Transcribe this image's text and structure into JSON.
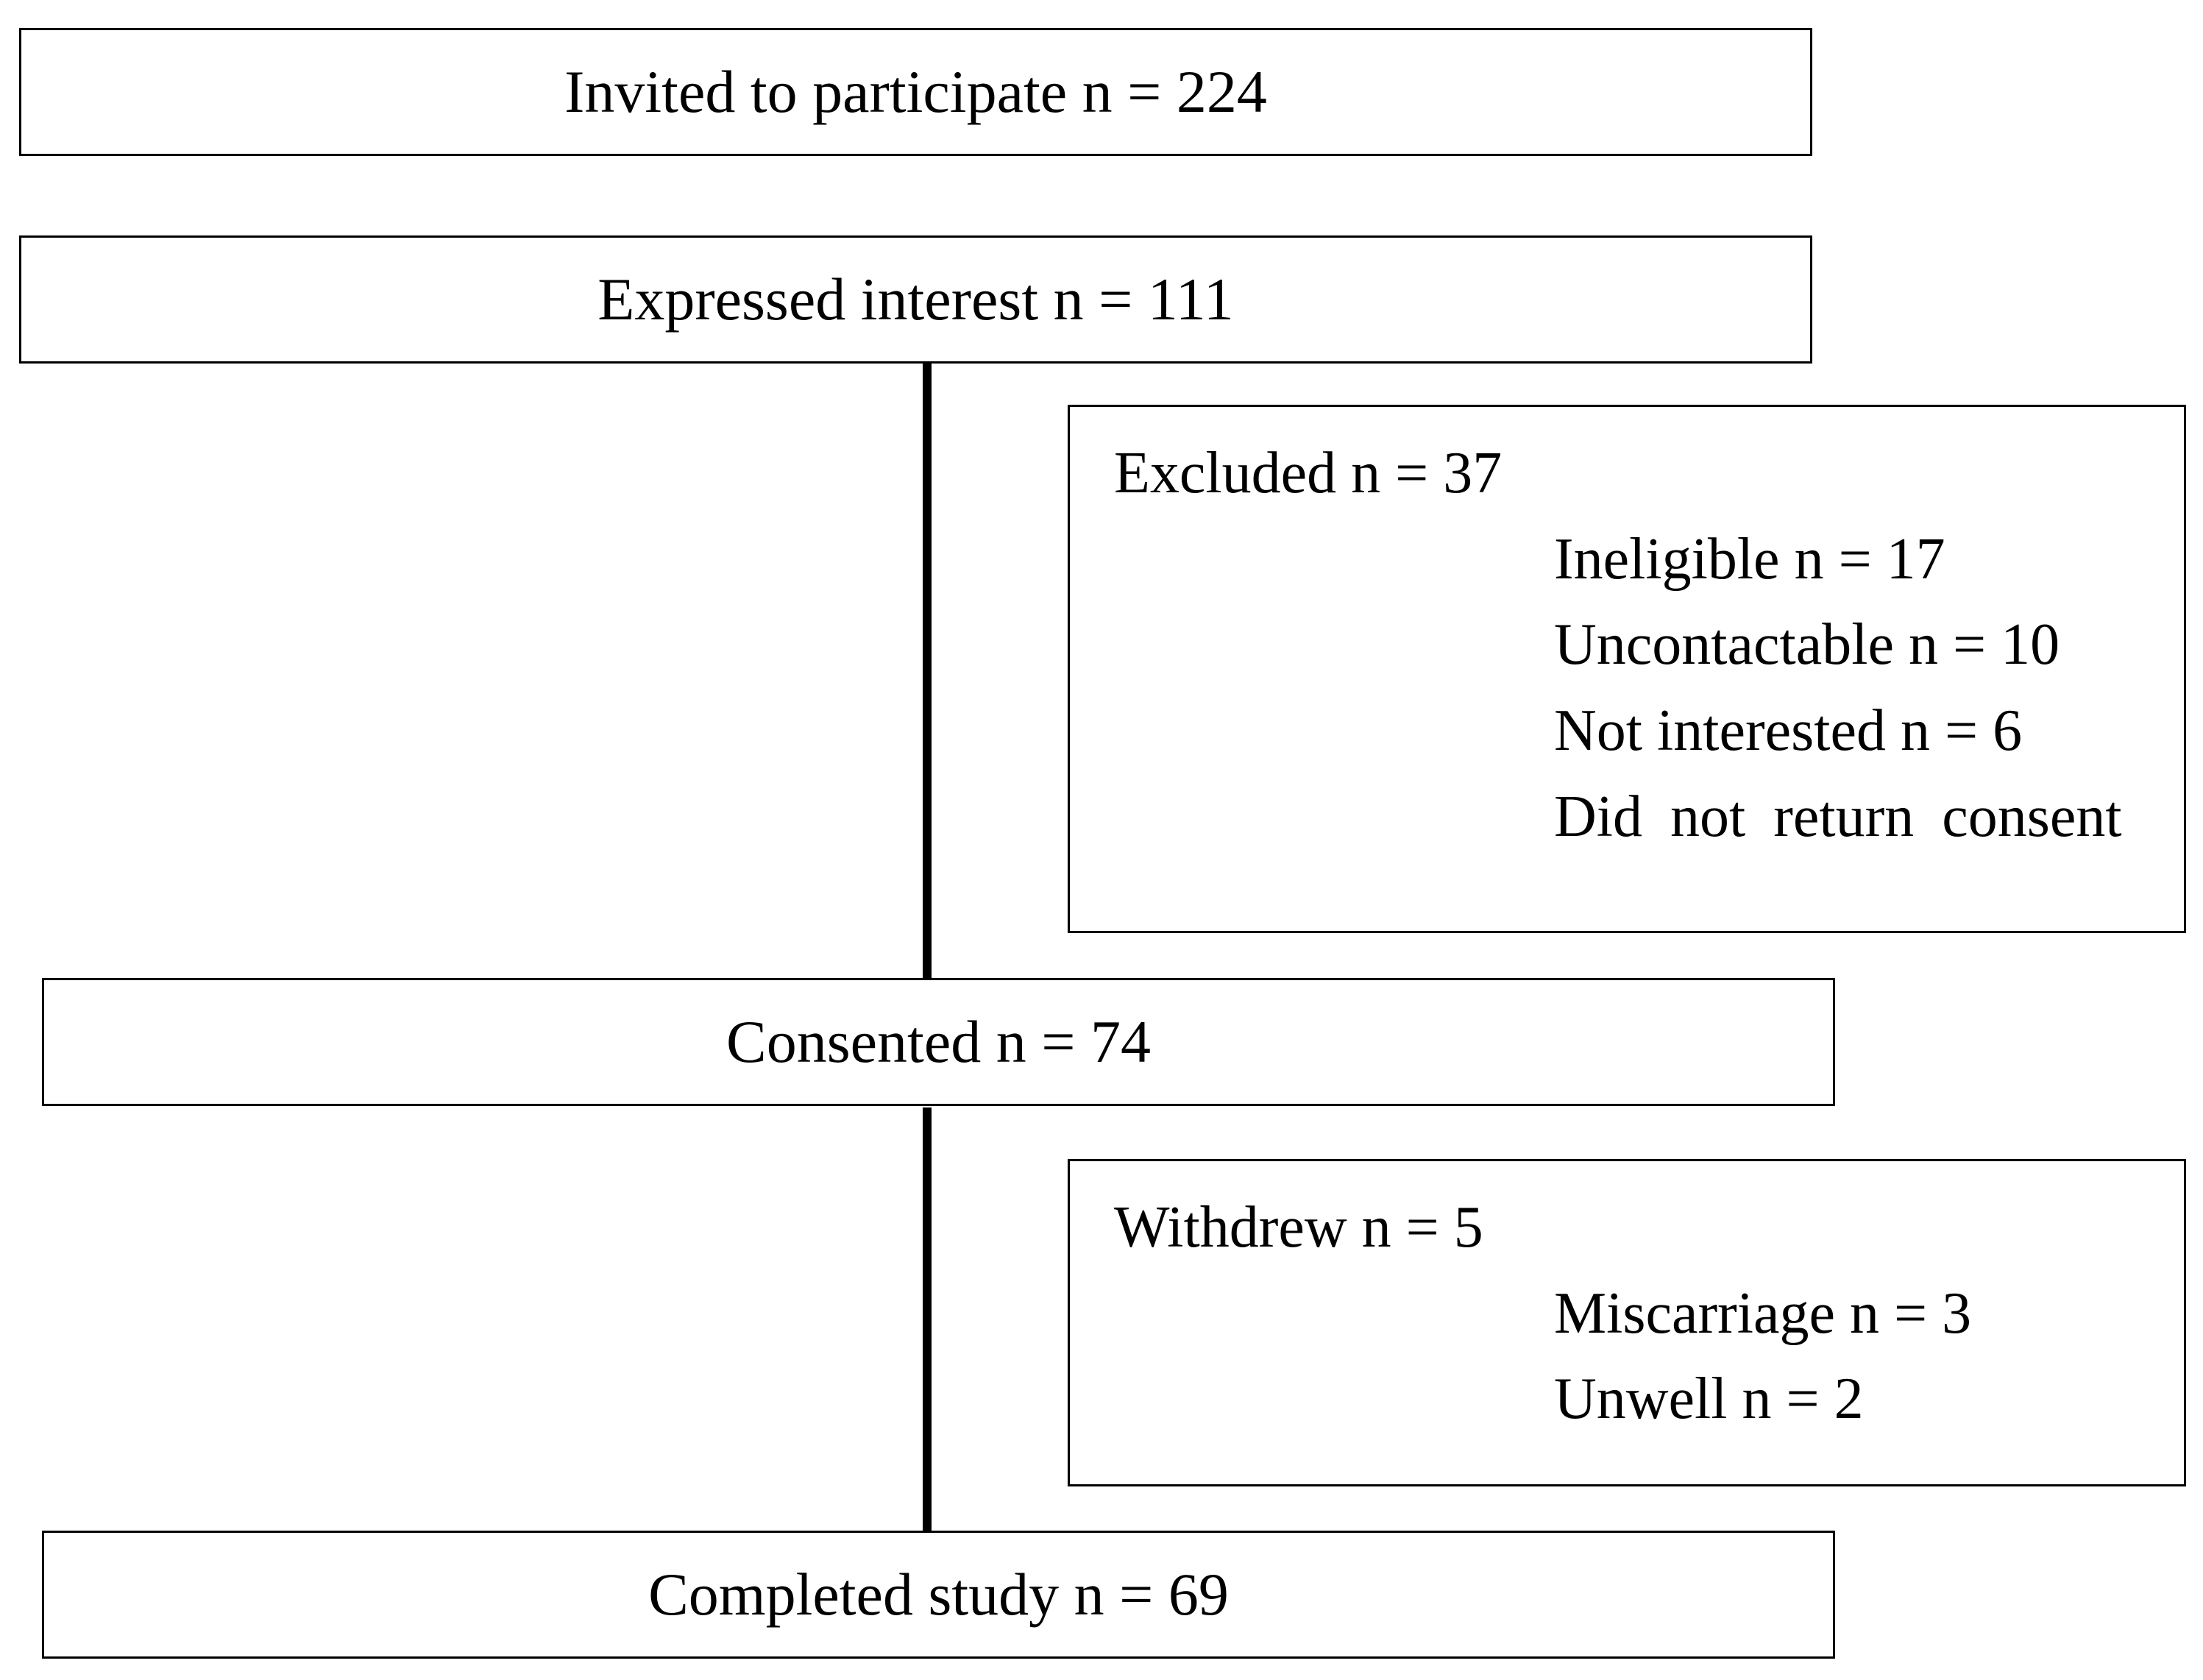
{
  "flow": {
    "invited": "Invited to participate n = 224",
    "expressed_interest": "Expressed interest n = 111",
    "consented": "Consented n = 74",
    "completed": "Completed study n = 69"
  },
  "excluded": {
    "title": "Excluded n = 37",
    "items": [
      "Ineligible n = 17",
      "Uncontactable n = 10",
      "Not interested n = 6",
      "Did not return consent"
    ]
  },
  "withdrew": {
    "title": "Withdrew n = 5",
    "items": [
      "Miscarriage n = 3",
      "Unwell n = 2"
    ]
  },
  "colors": {
    "line": "#000000",
    "background": "#ffffff"
  }
}
